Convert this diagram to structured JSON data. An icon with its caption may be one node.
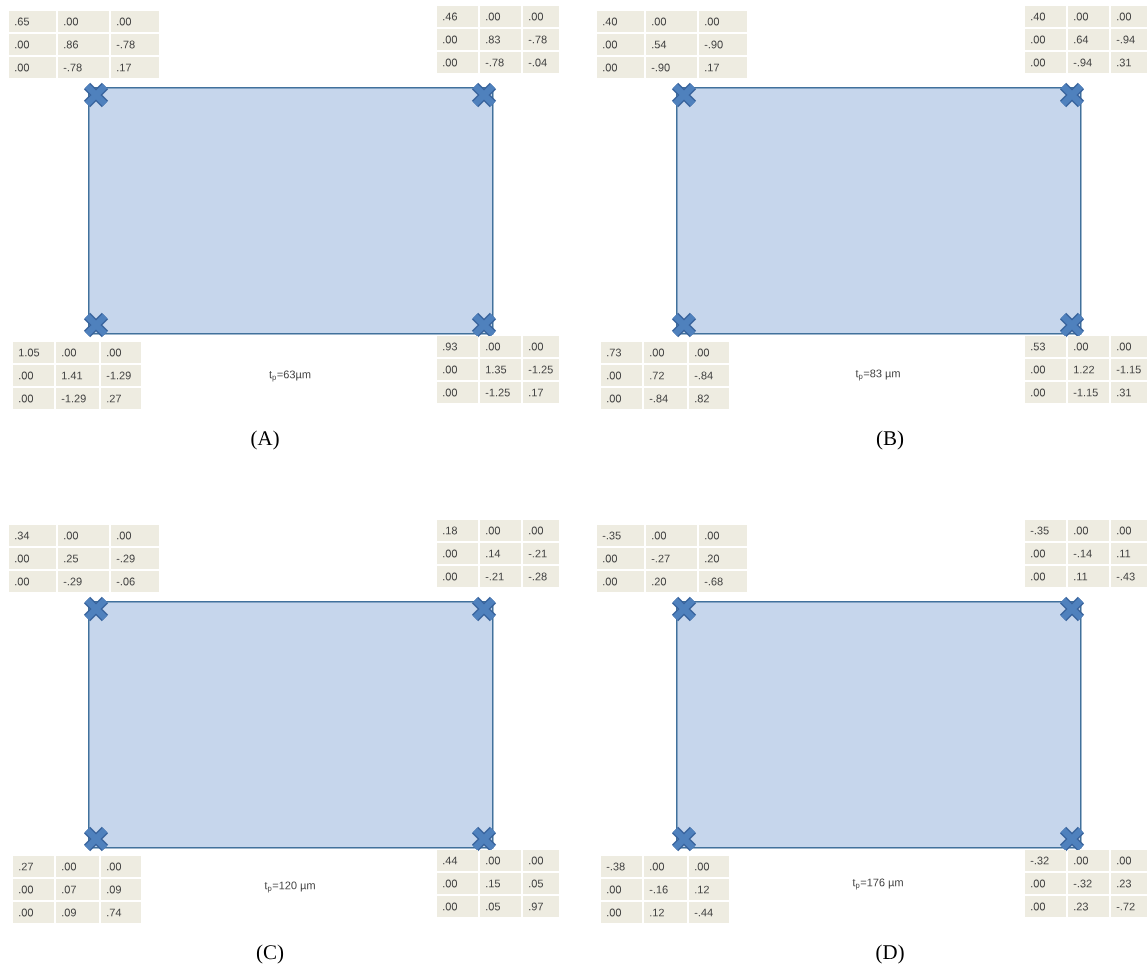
{
  "diagram": {
    "nodes": [
      {
        "text": [],
        "shape": "box",
        "beside": [
          "t$_{p}$=63µm"
        ]
      },
      {
        "text": [],
        "shape": "box",
        "beside": [
          "t$_{p}$=83 µm"
        ]
      },
      {
        "text": [],
        "shape": "box",
        "beside": [
          "t$_{p}$=120 µm"
        ]
      },
      {
        "text": [],
        "shape": "box",
        "beside": [
          "t$_{p}$=176 µm"
        ]
      }
    ],
    "labels": [
      ".65",
      ".00",
      ".00",
      ".00",
      ".86",
      "-.78",
      ".00",
      "-.78",
      ".17",
      ".46",
      ".00",
      ".00",
      ".00",
      ".83",
      "-.78",
      ".00",
      "-.78",
      "-.04",
      "1.05",
      ".00",
      ".00",
      ".00",
      "1.41",
      "-1.29",
      ".00",
      "-1.29",
      ".27",
      ".93",
      ".00",
      ".00",
      ".00",
      "1.35",
      "-1.25",
      ".00",
      "-1.25",
      ".17",
      "(A)",
      ".40",
      ".00",
      ".00",
      ".00",
      ".54",
      "-.90",
      ".00",
      "-.90",
      ".17",
      ".40",
      ".00",
      ".00",
      ".00",
      ".64",
      "-.94",
      ".00",
      "-.94",
      ".31",
      ".73",
      ".00",
      ".00",
      ".00",
      ".72",
      "-.84",
      ".00",
      "-.84",
      ".82",
      ".53",
      ".00",
      ".00",
      ".00",
      "1.22",
      "-1.15",
      ".00",
      "-1.15",
      ".31",
      "(B)",
      ".34",
      ".00",
      ".00",
      ".00",
      ".25",
      "-.29",
      ".00",
      "-.29",
      "-.06",
      ".18",
      ".00",
      ".00",
      ".00",
      ".14",
      "-.21",
      ".00",
      "-.21",
      "-.28",
      ".27",
      ".00",
      ".00",
      ".00",
      ".07",
      ".09",
      ".00",
      ".09",
      ".74",
      ".44",
      ".00",
      ".00",
      ".00",
      ".15",
      ".05",
      ".00",
      ".05",
      ".97",
      "(C)",
      "-.35",
      ".00",
      ".00",
      ".00",
      "-.27",
      ".20",
      ".00",
      ".20",
      "-.68",
      "-.35",
      ".00",
      ".00",
      ".00",
      "-.14",
      ".11",
      ".00",
      ".11",
      "-.43",
      "-.38",
      ".00",
      ".00",
      ".00",
      "-.16",
      ".12",
      ".00",
      ".12",
      "-.44",
      "-.32",
      ".00",
      ".00",
      ".00",
      "-.32",
      ".23",
      ".00",
      ".23",
      "-.72",
      "(D)"
    ]
  }
}
